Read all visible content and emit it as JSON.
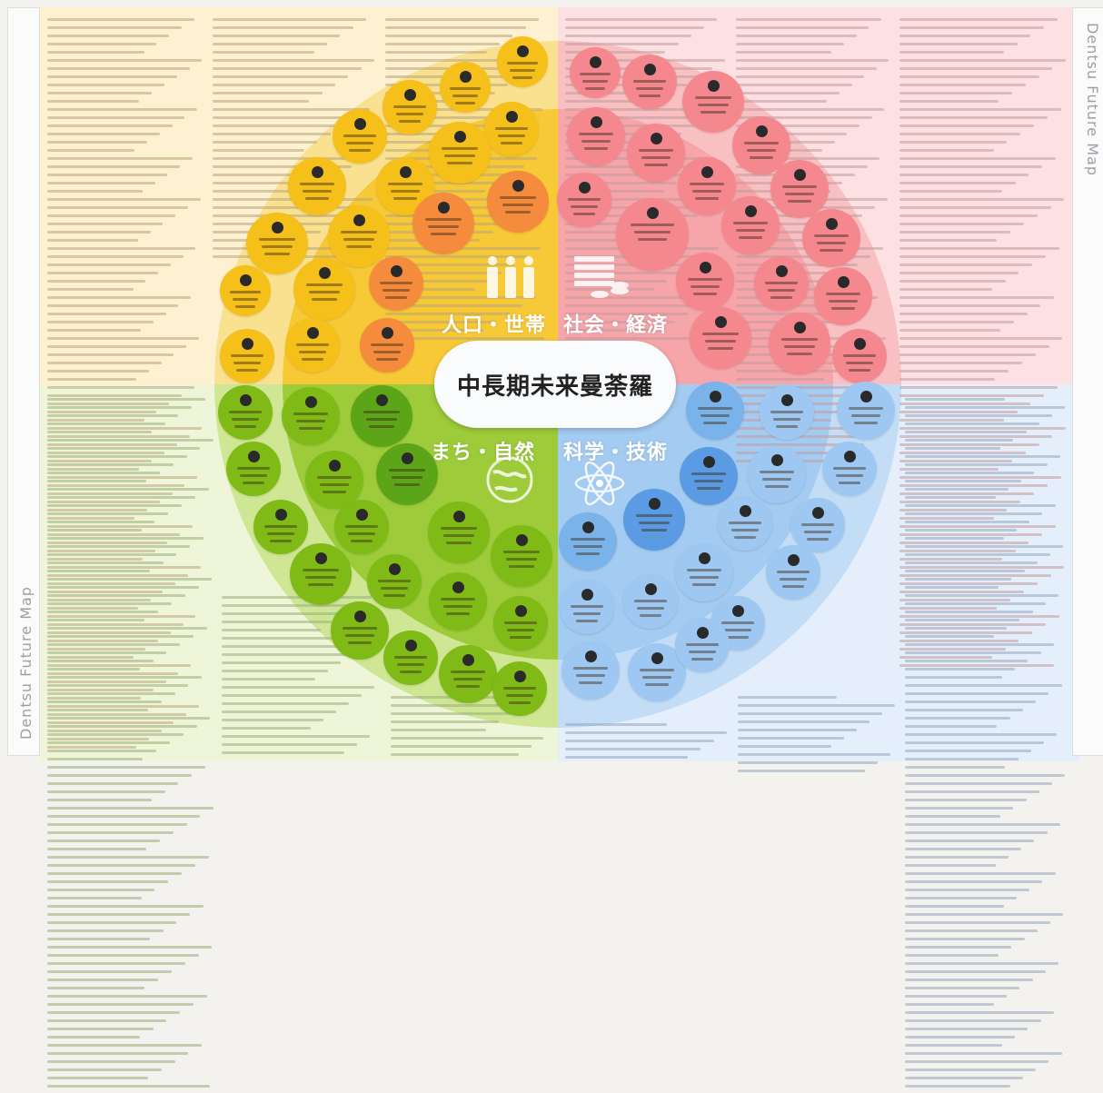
{
  "center": {
    "title": "中長期未来曼荼羅"
  },
  "sectors": {
    "population": {
      "label": "人口・世帯",
      "icon": "people-icon",
      "color": "#f7c21c"
    },
    "economy": {
      "label": "社会・経済",
      "icon": "money-stack-icon",
      "color": "#f48a90"
    },
    "nature": {
      "label": "まち・自然",
      "icon": "globe-icon",
      "color": "#8cc21c"
    },
    "science": {
      "label": "科学・技術",
      "icon": "atom-icon",
      "color": "#7eb6ec"
    }
  },
  "side_label": "Dentsu Future Map",
  "colors": {
    "yellow_bg": "#fdf1d2",
    "pink_bg": "#fde1e2",
    "green_bg": "#eef5d8",
    "blue_bg": "#e4effb"
  }
}
